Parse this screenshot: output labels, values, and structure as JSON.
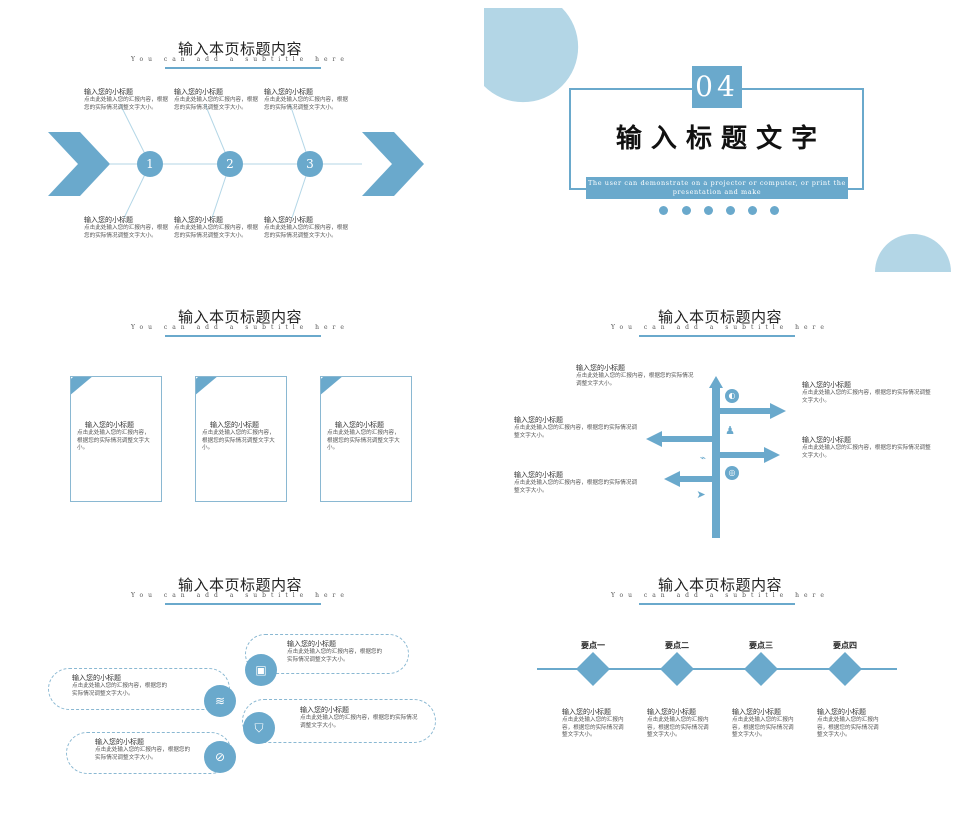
{
  "colors": {
    "accent": "#6aa9cc",
    "light_accent": "#b3d6e6",
    "text": "#333333"
  },
  "common": {
    "title": "输入本页标题内容",
    "subtitle": "You can add a subtitle here",
    "subheading": "输入您的小标题",
    "desc_full": "点击此处输入您的汇报内容，根据您的实际情况调整文字大小。",
    "desc_short": "点击此处输入您的汇报内容，根据您的实际情况调整文字大小。"
  },
  "panel1": {
    "numbers": [
      "1",
      "2",
      "3"
    ],
    "top_items": [
      {
        "title": "输入您的小标题",
        "desc": "点击此处输入您的汇报内容，根据您的实际情况调整文字大小。"
      },
      {
        "title": "输入您的小标题",
        "desc": "点击此处输入您的汇报内容，根据您的实际情况调整文字大小。"
      },
      {
        "title": "输入您的小标题",
        "desc": "点击此处输入您的汇报内容，根据您的实际情况调整文字大小。"
      }
    ],
    "bottom_items": [
      {
        "title": "输入您的小标题",
        "desc": "点击此处输入您的汇报内容，根据您的实际情况调整文字大小。"
      },
      {
        "title": "输入您的小标题",
        "desc": "点击此处输入您的汇报内容，根据您的实际情况调整文字大小。"
      },
      {
        "title": "输入您的小标题",
        "desc": "点击此处输入您的汇报内容，根据您的实际情况调整文字大小。"
      }
    ]
  },
  "panel2": {
    "number": "04",
    "heading": "输 入 标 题 文 字",
    "english": "The user can demonstrate on a projector or computer, or print the presentation and make",
    "dots": 6
  },
  "panel3": {
    "cards": [
      {
        "title": "输入您的小标题",
        "desc": "点击此处输入您的汇报内容，根据您的实际情况调整文字大小。"
      },
      {
        "title": "输入您的小标题",
        "desc": "点击此处输入您的汇报内容，根据您的实际情况调整文字大小。"
      },
      {
        "title": "输入您的小标题",
        "desc": "点击此处输入您的汇报内容，根据您的实际情况调整文字大小。"
      }
    ]
  },
  "panel4": {
    "items": [
      {
        "title": "输入您的小标题",
        "desc": "点击此处输入您的汇报内容，根据您的实际情况调整文字大小。"
      },
      {
        "title": "输入您的小标题",
        "desc": "点击此处输入您的汇报内容，根据您的实际情况调整文字大小。"
      },
      {
        "title": "输入您的小标题",
        "desc": "点击此处输入您的汇报内容，根据您的实际情况调整文字大小。"
      },
      {
        "title": "输入您的小标题",
        "desc": "点击此处输入您的汇报内容，根据您的实际情况调整文字大小。"
      },
      {
        "title": "输入您的小标题",
        "desc": "点击此处输入您的汇报内容，根据您的实际情况调整文字大小。"
      }
    ],
    "icons": [
      "globe-icon",
      "people-icon",
      "chart-icon",
      "target-icon",
      "plane-icon"
    ]
  },
  "panel5": {
    "items": [
      {
        "title": "输入您的小标题",
        "desc": "点击此处输入您的汇报内容，根据您的实际情况调整文字大小。",
        "icon": "image-icon"
      },
      {
        "title": "输入您的小标题",
        "desc": "点击此处输入您的汇报内容，根据您的实际情况调整文字大小。",
        "icon": "database-icon"
      },
      {
        "title": "输入您的小标题",
        "desc": "点击此处输入您的汇报内容，根据您的实际情况调整文字大小。",
        "icon": "shirt-icon"
      },
      {
        "title": "输入您的小标题",
        "desc": "点击此处输入您的汇报内容，根据您的实际情况调整文字大小。",
        "icon": "ban-icon"
      }
    ]
  },
  "panel6": {
    "points": [
      "要点一",
      "要点二",
      "要点三",
      "要点四"
    ],
    "items": [
      {
        "title": "输入您的小标题",
        "desc": "点击此处输入您的汇报内容，根据您的实际情况调整文字大小。"
      },
      {
        "title": "输入您的小标题",
        "desc": "点击此处输入您的汇报内容，根据您的实际情况调整文字大小。"
      },
      {
        "title": "输入您的小标题",
        "desc": "点击此处输入您的汇报内容，根据您的实际情况调整文字大小。"
      },
      {
        "title": "输入您的小标题",
        "desc": "点击此处输入您的汇报内容，根据您的实际情况调整文字大小。"
      }
    ]
  }
}
